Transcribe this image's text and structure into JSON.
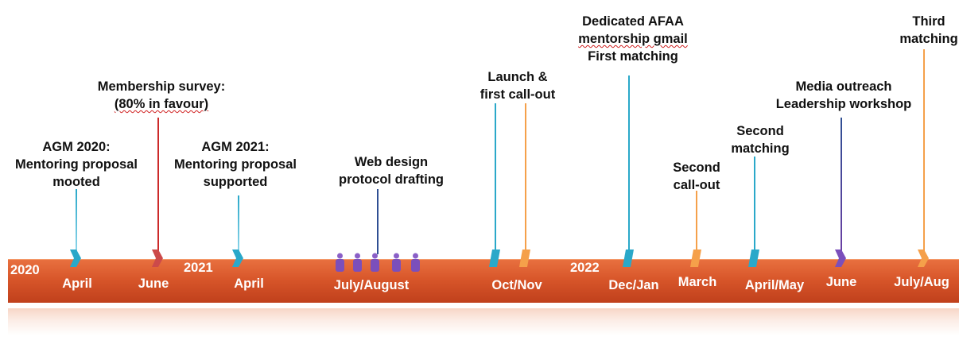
{
  "timeline": {
    "events": [
      {
        "id": "agm-2020",
        "lines": [
          "AGM 2020:",
          "Mentoring proposal",
          "mooted"
        ],
        "color": "#2aa8c9",
        "marker": "arrow"
      },
      {
        "id": "membership-survey",
        "lines": [
          "Membership survey:",
          "(80% in favour)"
        ],
        "color": "#cc2a2a",
        "marker": "arrow"
      },
      {
        "id": "agm-2021",
        "lines": [
          "AGM 2021:",
          "Mentoring proposal",
          "supported"
        ],
        "color": "#2aa8c9",
        "marker": "arrow"
      },
      {
        "id": "web-design",
        "lines": [
          "Web design",
          "protocol drafting"
        ],
        "color": "#2f4f93",
        "marker": "people"
      },
      {
        "id": "launch",
        "lines": [
          "Launch &",
          "first call-out"
        ],
        "color": "#2aa8c9",
        "marker": "parallelogram"
      },
      {
        "id": "launch-orange",
        "lines": [],
        "color": "#f5a04a",
        "marker": "parallelogram"
      },
      {
        "id": "dedicated-gmail",
        "lines": [
          "Dedicated AFAA",
          "mentorship gmail",
          "First matching"
        ],
        "color": "#2aa8c9",
        "marker": "parallelogram"
      },
      {
        "id": "second-callout",
        "lines": [
          "Second",
          "call-out"
        ],
        "color": "#f5a04a",
        "marker": "parallelogram"
      },
      {
        "id": "second-matching",
        "lines": [
          "Second",
          "matching"
        ],
        "color": "#2aa8c9",
        "marker": "parallelogram"
      },
      {
        "id": "media-outreach",
        "lines": [
          "Media outreach",
          "Leadership workshop"
        ],
        "color": "#6a3fa3",
        "marker": "arrow"
      },
      {
        "id": "third-matching",
        "lines": [
          "Third",
          "matching"
        ],
        "color": "#f5a04a",
        "marker": "arrow"
      }
    ],
    "years": [
      "2020",
      "2021",
      "2022"
    ],
    "months": [
      "April",
      "June",
      "April",
      "July/August",
      "Oct/Nov",
      "Dec/Jan",
      "March",
      "April/May",
      "June",
      "July/Aug"
    ]
  }
}
